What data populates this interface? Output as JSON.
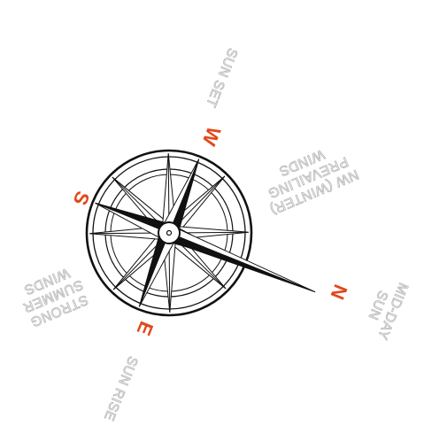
{
  "compass": {
    "directions": {
      "north": "N",
      "south": "S",
      "east": "E",
      "west": "W"
    },
    "annotations": {
      "sunset": "SUN SET",
      "sunrise": "SUN RISE",
      "midday": [
        "MID-DAY",
        "SUN"
      ],
      "winter_winds": [
        "NW (WINTER)",
        "PREVAILING",
        "WINDS"
      ],
      "summer_winds": [
        "STRONG",
        "SUMMER",
        "WINDS"
      ]
    },
    "colors": {
      "direction_label": "#e2481b",
      "annotation": "#b9b9b9",
      "ink": "#111111"
    }
  }
}
